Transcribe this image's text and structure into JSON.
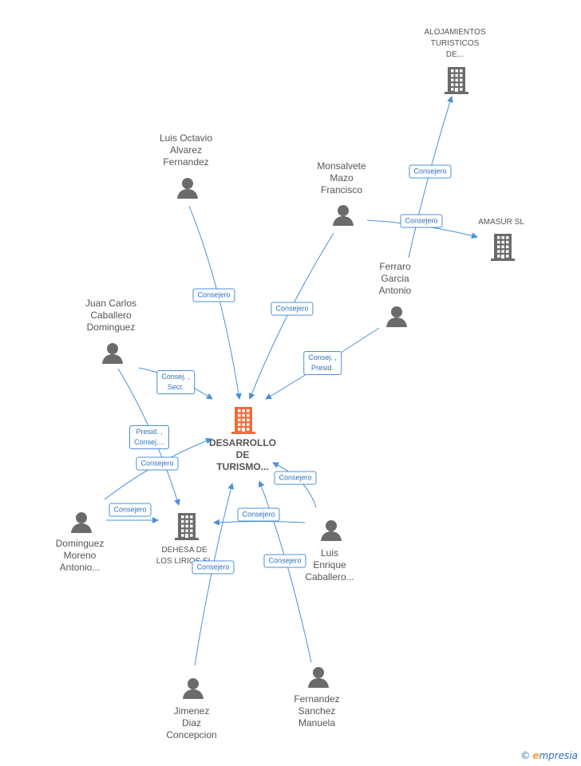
{
  "nodes": {
    "main": {
      "label": "DESARROLLO\nDE\nTURISMO...",
      "type": "company",
      "color": "#f26b3a"
    },
    "alojamientos": {
      "label": "ALOJAMIENTOS\nTURISTICOS\nDE...",
      "type": "company"
    },
    "amasur": {
      "label": "AMASUR SL",
      "type": "company"
    },
    "dehesa": {
      "label": "DEHESA DE\nLOS LIRIOS SL",
      "type": "company"
    },
    "luis_octavio": {
      "label": "Luis Octavio\nAlvarez\nFernandez",
      "type": "person"
    },
    "monsalvete": {
      "label": "Monsalvete\nMazo\nFrancisco",
      "type": "person"
    },
    "ferraro": {
      "label": "Ferraro\nGarcia\nAntonio",
      "type": "person"
    },
    "juan_carlos": {
      "label": "Juan Carlos\nCaballero\nDominguez",
      "type": "person"
    },
    "dominguez": {
      "label": "Dominguez\nMoreno\nAntonio...",
      "type": "person"
    },
    "luis_enrique": {
      "label": "Luis\nEnrique\nCaballero...",
      "type": "person"
    },
    "jimenez": {
      "label": "Jimenez\nDiaz\nConcepcion",
      "type": "person"
    },
    "fernandez": {
      "label": "Fernandez\nSanchez\nManuela",
      "type": "person"
    }
  },
  "edges": [
    {
      "from": "luis_octavio",
      "to": "main",
      "label": "Consejero"
    },
    {
      "from": "monsalvete",
      "to": "main",
      "label": "Consejero"
    },
    {
      "from": "monsalvete",
      "to": "amasur",
      "label": "Consejero"
    },
    {
      "from": "ferraro",
      "to": "alojamientos",
      "label": "Consejero"
    },
    {
      "from": "ferraro",
      "to": "main",
      "label": "Consej. ,\nPresid."
    },
    {
      "from": "juan_carlos",
      "to": "main",
      "label": "Consej. ,\nSecr."
    },
    {
      "from": "juan_carlos",
      "to": "dehesa",
      "label": "Presid. ,\nConsej...."
    },
    {
      "from": "dominguez",
      "to": "main",
      "label": "Consejero"
    },
    {
      "from": "dominguez",
      "to": "dehesa",
      "label": "Consejero"
    },
    {
      "from": "luis_enrique",
      "to": "main",
      "label": "Consejero"
    },
    {
      "from": "luis_enrique",
      "to": "dehesa",
      "label": "Consejero"
    },
    {
      "from": "jimenez",
      "to": "main",
      "label": "Consejero"
    },
    {
      "from": "fernandez",
      "to": "main",
      "label": "Consejero"
    }
  ],
  "colors": {
    "edge": "#4a90d9",
    "person": "#6b6b6b",
    "company": "#6b6b6b",
    "main": "#f26b3a"
  },
  "watermark": {
    "symbol": "©",
    "brand_e": "e",
    "brand_rest": "mpresia"
  }
}
